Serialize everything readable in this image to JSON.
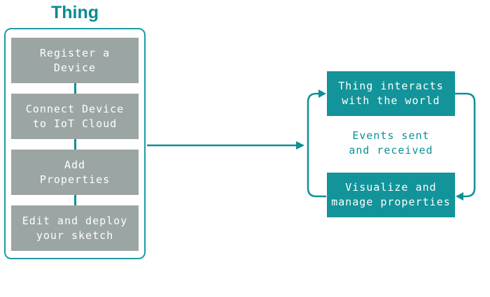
{
  "title": "Thing",
  "colors": {
    "teal_line": "#0E9096",
    "teal_box": "#12949A",
    "container_border": "#1E9BA1",
    "step_gray": "#9BA5A4",
    "text_white": "#FFFFFF"
  },
  "flow": {
    "steps": [
      {
        "label": "Register a\nDevice"
      },
      {
        "label": "Connect Device\nto IoT Cloud"
      },
      {
        "label": "Add\nProperties"
      },
      {
        "label": "Edit and deploy\nyour sketch"
      }
    ]
  },
  "cycle": {
    "top_box_label": "Thing interacts\nwith the world",
    "middle_label": "Events sent\nand received",
    "bottom_box_label": "Visualize and\nmanage properties"
  }
}
